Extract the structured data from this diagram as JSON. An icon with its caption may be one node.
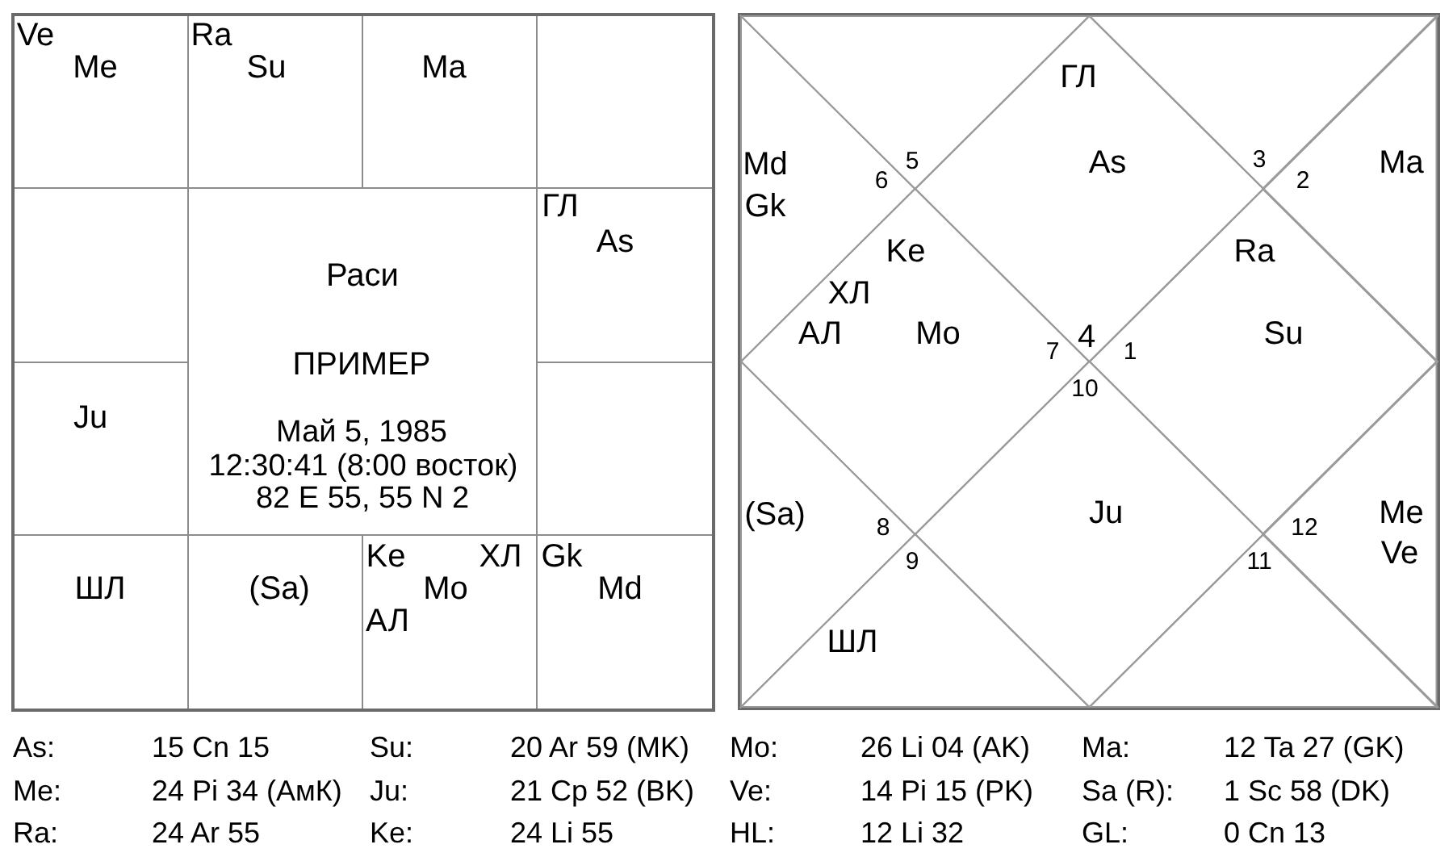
{
  "diagram": {
    "nodes": [
      {
        "text": [],
        "shape": "box"
      },
      {
        "text": [
          "Ve",
          "Me"
        ],
        "in": 0
      },
      {
        "text": [
          "Ra",
          "Su"
        ],
        "in": 0
      },
      {
        "text": [
          "Ma"
        ],
        "in": 0
      },
      {
        "text": [],
        "shape": "box",
        "in": 0
      },
      {
        "text": [],
        "shape": "box",
        "in": 0
      },
      {
        "text": [
          "Раси",
          "ПРИМЕР",
          "Май 5, 1985",
          "12:30:41 (8:00 восток)",
          "82 E 55, 55 N 2"
        ],
        "in": 0
      },
      {
        "text": [
          "ГЛ",
          "As"
        ],
        "in": 0
      },
      {
        "text": [
          "Ju"
        ],
        "in": 0
      },
      {
        "text": [],
        "shape": "box",
        "in": 0
      },
      {
        "text": [
          "ШЛ"
        ],
        "in": 0
      },
      {
        "text": [
          "(Sa)"
        ],
        "in": 0
      },
      {
        "text": [
          "Ke",
          "ХЛ",
          "Mo",
          "АЛ"
        ],
        "in": 0
      },
      {
        "text": [
          "Gk",
          "Md"
        ],
        "in": 0
      },
      {
        "text": [],
        "shape": "box"
      },
      {
        "text": [
          "ГЛ",
          "As",
          "4"
        ],
        "in": 14
      },
      {
        "text": [
          "5"
        ],
        "in": 14
      },
      {
        "text": [
          "Md",
          "6",
          "Gk"
        ],
        "in": 14
      },
      {
        "text": [
          "Ke",
          "ХЛ",
          "АЛ",
          "Mo",
          "7"
        ],
        "in": 14
      },
      {
        "text": [
          "(Sa)",
          "8"
        ],
        "in": 14
      },
      {
        "text": [
          "9",
          "ШЛ"
        ],
        "in": 14
      },
      {
        "text": [
          "10",
          "Ju"
        ],
        "in": 14
      },
      {
        "text": [
          "11"
        ],
        "in": 14
      },
      {
        "text": [
          "Me",
          "12",
          "Ve"
        ],
        "in": 14
      },
      {
        "text": [
          "Ra",
          "Su",
          "1"
        ],
        "in": 14
      },
      {
        "text": [
          "Ma",
          "2"
        ],
        "in": 14
      },
      {
        "text": [
          "3"
        ],
        "in": 14
      }
    ],
    "labels": [
      "As:",
      "15 Cn 15",
      "Su:",
      "20 Ar 59 (MK)",
      "Mo:",
      "26 Li 04 (AK)",
      "Ma:",
      "12 Ta 27 (GK)",
      "Me:",
      "24 Pi 34 (АмК)",
      "Ju:",
      "21 Cp 52 (BK)",
      "Ve:",
      "14 Pi 15 (PK)",
      "Sa (R):",
      "1 Sc 58 (DK)",
      "Ra:",
      "24 Ar 55",
      "Ke:",
      "24 Li 55",
      "HL:",
      "12 Li 32",
      "GL:",
      "0 Cn 13"
    ]
  }
}
